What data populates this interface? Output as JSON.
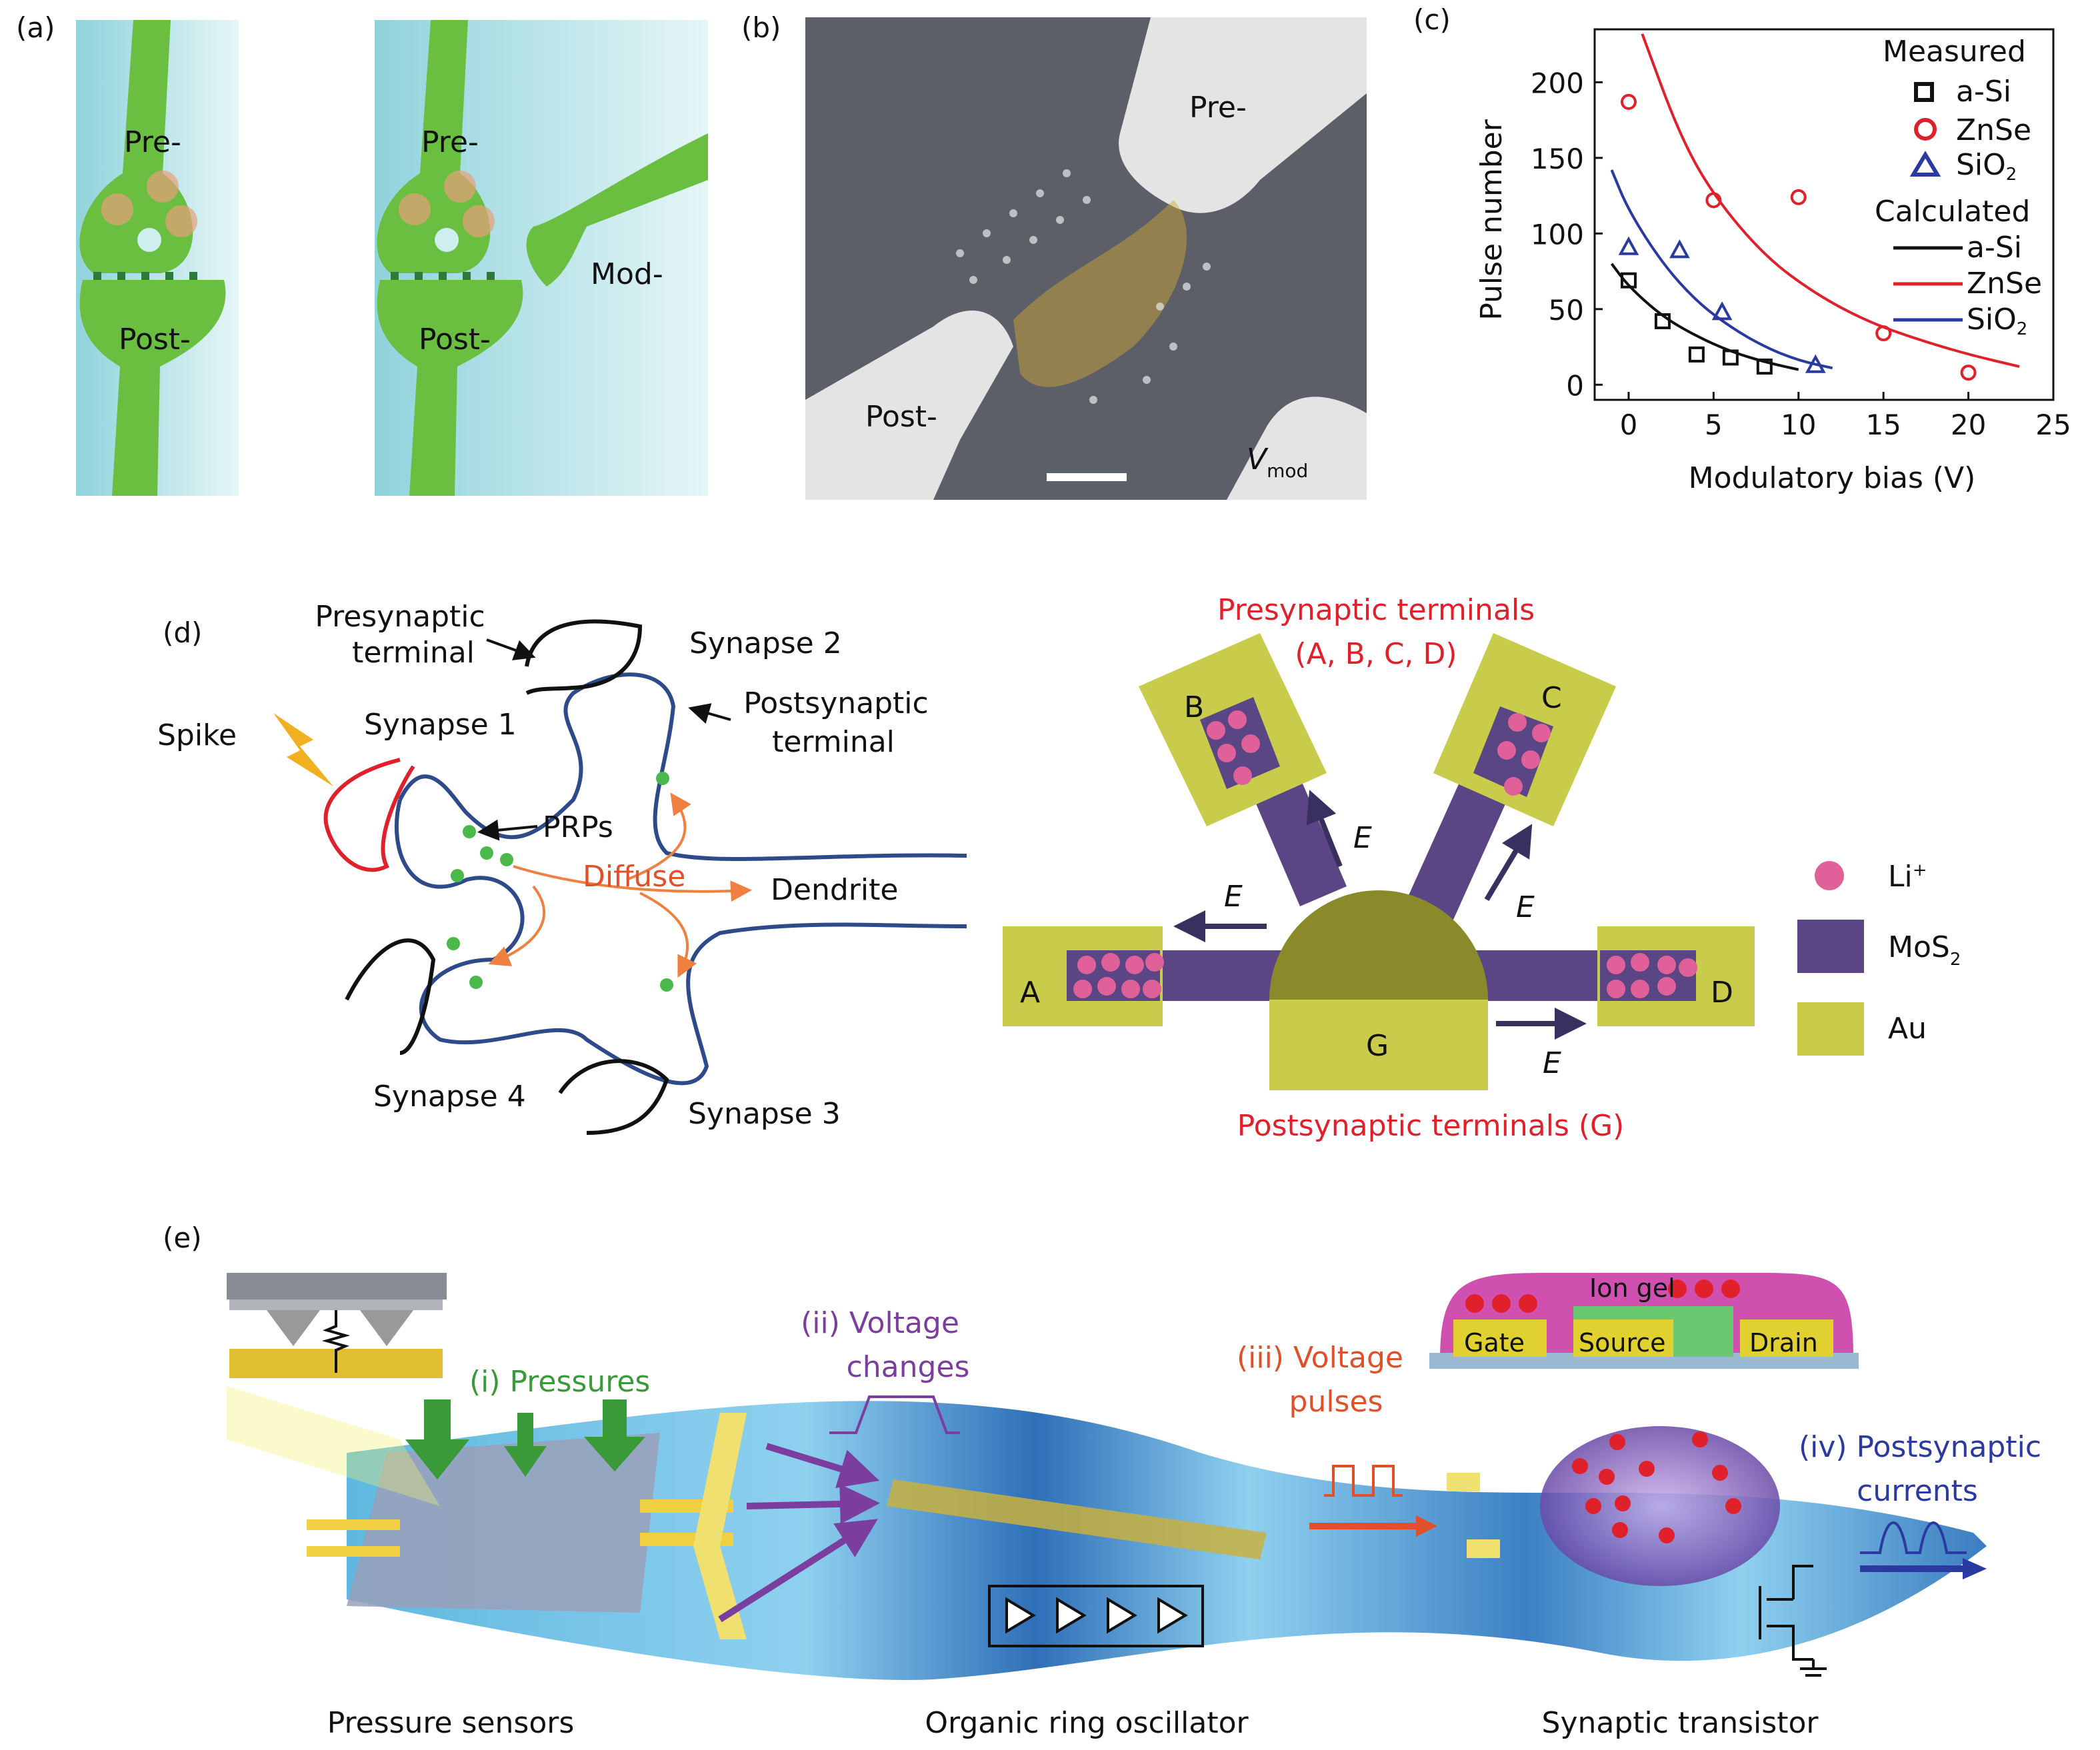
{
  "panel_labels": {
    "a": "(a)",
    "b": "(b)",
    "c": "(c)",
    "d": "(d)",
    "e": "(e)"
  },
  "panel_a": {
    "pre": "Pre-",
    "post": "Post-",
    "mod": "Mod-"
  },
  "panel_b": {
    "pre": "Pre-",
    "post": "Post-",
    "vmod_main": "V",
    "vmod_sub": "mod"
  },
  "panel_d_left": {
    "presynaptic_terminal": [
      "Presynaptic",
      "terminal"
    ],
    "synapse1": "Synapse 1",
    "synapse2": "Synapse 2",
    "synapse3": "Synapse 3",
    "synapse4": "Synapse 4",
    "postsynaptic_terminal": [
      "Postsynaptic",
      "terminal"
    ],
    "spike": "Spike",
    "prps": "PRPs",
    "diffuse": "Diffuse",
    "dendrite": "Dendrite"
  },
  "panel_d_right": {
    "presynaptic_terminals": "Presynaptic terminals",
    "presynaptic_list": "(A, B, C, D)",
    "postsynaptic_terminals": "Postsynaptic terminals (G)",
    "terminals": {
      "a": "A",
      "b": "B",
      "c": "C",
      "d": "D",
      "g": "G"
    },
    "field": "E",
    "legend": {
      "li": "Li",
      "li_sup": "+",
      "mos2": "MoS",
      "mos2_sub": "2",
      "au": "Au"
    },
    "colors": {
      "mos2": "#5a4685",
      "au": "#c8cc4a",
      "li": "#e0609a",
      "label": "#e0202a"
    }
  },
  "panel_e": {
    "pressures": "(i) Pressures",
    "voltage_changes": [
      "(ii) Voltage",
      "changes"
    ],
    "voltage_pulses": [
      "(iii) Voltage",
      "pulses"
    ],
    "postsynaptic_currents": [
      "(iv) Postsynaptic",
      "currents"
    ],
    "ion_gel": "Ion gel",
    "gate": "Gate",
    "source": "Source",
    "drain": "Drain",
    "captions": {
      "sensors": "Pressure sensors",
      "oscillator": "Organic ring oscillator",
      "transistor": "Synaptic transistor"
    }
  },
  "chart_data": {
    "type": "scatter",
    "title": "",
    "xlabel": "Modulatory bias (V)",
    "ylabel": "Pulse number",
    "xlim": [
      -2,
      25
    ],
    "ylim": [
      -10,
      235
    ],
    "xticks": [
      0,
      5,
      10,
      15,
      20,
      25
    ],
    "yticks": [
      0,
      50,
      100,
      150,
      200
    ],
    "legend_position": "top-right",
    "legend_headers": {
      "measured": "Measured",
      "calculated": "Calculated"
    },
    "series": [
      {
        "name": "a-Si",
        "kind": "measured",
        "marker": "square",
        "color": "#111111",
        "x": [
          0,
          2,
          4,
          6,
          8
        ],
        "y": [
          69,
          42,
          20,
          18,
          12
        ]
      },
      {
        "name": "ZnSe",
        "kind": "measured",
        "marker": "circle",
        "color": "#e0202a",
        "x": [
          0,
          5,
          10,
          15,
          20
        ],
        "y": [
          187,
          122,
          124,
          34,
          8
        ]
      },
      {
        "name": "SiO",
        "sub": "2",
        "kind": "measured",
        "marker": "triangle",
        "color": "#2a3aa0",
        "x": [
          0,
          3,
          5.5,
          11
        ],
        "y": [
          91,
          89,
          48,
          13
        ]
      },
      {
        "name": "a-Si",
        "kind": "calculated",
        "color": "#111111",
        "x": [
          -1,
          0,
          2,
          4,
          6,
          8,
          10
        ],
        "y": [
          80,
          65,
          45,
          32,
          22,
          15,
          10
        ]
      },
      {
        "name": "ZnSe",
        "kind": "calculated",
        "color": "#e0202a",
        "x": [
          0.8,
          3,
          5,
          8,
          11,
          14,
          17,
          20,
          23
        ],
        "y": [
          232,
          165,
          125,
          85,
          60,
          42,
          30,
          20,
          12
        ]
      },
      {
        "name": "SiO",
        "sub": "2",
        "kind": "calculated",
        "color": "#2a3aa0",
        "x": [
          -1,
          0,
          2,
          4,
          6,
          8,
          10,
          12
        ],
        "y": [
          142,
          115,
          80,
          55,
          38,
          25,
          16,
          11
        ]
      }
    ]
  }
}
